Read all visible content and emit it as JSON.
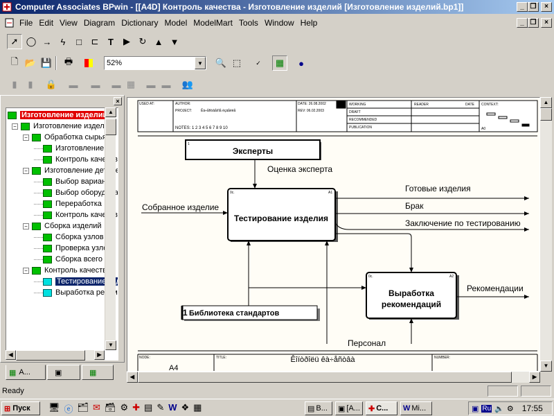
{
  "window": {
    "title": "Computer Associates BPwin - [[A4D] Контроль качества - Изготовление изделий  [Изготовление изделий.bp1]]"
  },
  "menu": [
    "File",
    "Edit",
    "View",
    "Diagram",
    "Dictionary",
    "Model",
    "ModelMart",
    "Tools",
    "Window",
    "Help"
  ],
  "toolbar": {
    "zoom": "52%"
  },
  "tree": {
    "root": "Изготовление изделий",
    "items": [
      {
        "label": "Изготовление изделий",
        "level": 0,
        "type": "green",
        "pm": "−"
      },
      {
        "label": "Обработка сырья",
        "level": 1,
        "type": "green",
        "pm": "−"
      },
      {
        "label": "Изготовление",
        "level": 2,
        "type": "green",
        "pm": ""
      },
      {
        "label": "Контроль качества",
        "level": 2,
        "type": "green",
        "pm": ""
      },
      {
        "label": "Изготовление деталей",
        "level": 1,
        "type": "green",
        "pm": "−"
      },
      {
        "label": "Выбор варианта",
        "level": 2,
        "type": "green",
        "pm": ""
      },
      {
        "label": "Выбор оборудования",
        "level": 2,
        "type": "green",
        "pm": ""
      },
      {
        "label": "Переработка",
        "level": 2,
        "type": "green",
        "pm": ""
      },
      {
        "label": "Контроль качества",
        "level": 2,
        "type": "green",
        "pm": ""
      },
      {
        "label": "Сборка изделий",
        "level": 1,
        "type": "green",
        "pm": "−"
      },
      {
        "label": "Сборка узлов",
        "level": 2,
        "type": "green",
        "pm": ""
      },
      {
        "label": "Проверка узлов",
        "level": 2,
        "type": "green",
        "pm": ""
      },
      {
        "label": "Сборка всего",
        "level": 2,
        "type": "green",
        "pm": ""
      },
      {
        "label": "Контроль качества",
        "level": 1,
        "type": "green",
        "pm": "−"
      },
      {
        "label": "Тестирование изделия",
        "level": 2,
        "type": "cyan",
        "pm": "",
        "selected": true
      },
      {
        "label": "Выработка рекомендаций",
        "level": 2,
        "type": "cyan",
        "pm": ""
      }
    ]
  },
  "tabs": [
    "A...",
    "",
    ""
  ],
  "frame": {
    "used_at": "USED AT:",
    "author": "AUTHOR:",
    "project": "PROJECT:",
    "project_val": "Êà÷åñòâåííîå èçäåëèå",
    "notes": "NOTES:  1  2  3  4  5  6  7  8  9  10",
    "date": "DATE: 26.08.2002",
    "rev": "REV:   06.02.2003",
    "working": "WORKING",
    "draft": "DRAFT",
    "recommended": "RECOMMENDED",
    "publication": "PUBLICATION",
    "reader": "READER",
    "date2": "DATE",
    "context": "CONTEXT:",
    "a0": "A0",
    "node_lbl": "NODE:",
    "node_val": "A4",
    "title_lbl": "TITLE:",
    "title_val": "Êîíòðîëü êà÷åñòâà",
    "number_lbl": "NUMBER:"
  },
  "diagram": {
    "box_experts": "Эксперты",
    "box_experts_num": "1",
    "box_test": "Тестирование изделия",
    "box_test_num": "0с.",
    "box_test_id": "A1",
    "box_rec_1": "Выработка",
    "box_rec_2": "рекомендаций",
    "box_rec_num": "0с.",
    "box_rec_id": "A2",
    "box_lib": "Библиотека стандартов",
    "box_lib_num": "1",
    "arrow_eval": "Оценка эксперта",
    "arrow_in": "Собранное изделие",
    "arrow_out1": "Готовые изделия",
    "arrow_out2": "Брак",
    "arrow_out3": "Заключение по тестированию",
    "arrow_rec": "Рекомендации",
    "arrow_staff": "Персонал"
  },
  "status": {
    "text": "Ready"
  },
  "taskbar": {
    "start": "Пуск",
    "tasks": [
      "B...",
      "[A...",
      "C...",
      "Mi..."
    ],
    "lang": "Ru",
    "clock": "17:55"
  },
  "colors": {
    "title_from": "#0a246a",
    "title_to": "#a6caf0",
    "select": "#0a246a",
    "root": "#e00000",
    "green": "#00c000",
    "cyan": "#00e0e0"
  }
}
